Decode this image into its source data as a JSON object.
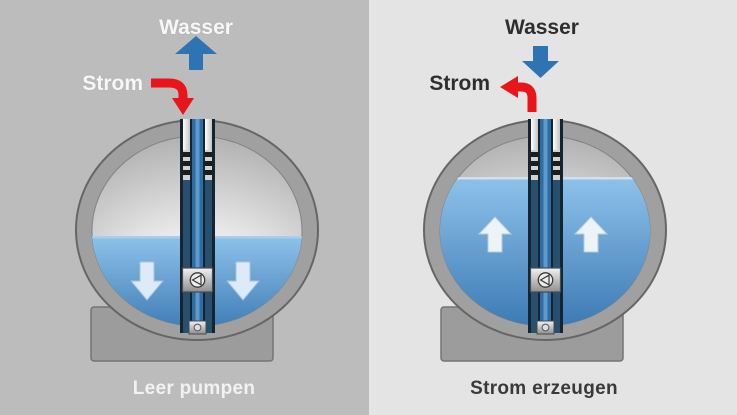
{
  "panels": [
    {
      "id": "pump-empty",
      "water_label": "Wasser",
      "electricity_label": "Strom",
      "caption": "Leer pumpen",
      "water_flow": "out (up)",
      "electricity_flow": "in (down)",
      "background": "#bcbcbc",
      "text_color": "#f7f7f7"
    },
    {
      "id": "generate-power",
      "water_label": "Wasser",
      "electricity_label": "Strom",
      "caption": "Strom erzeugen",
      "water_flow": "in (down)",
      "electricity_flow": "out (up-left)",
      "background": "#e4e4e4",
      "text_color": "#2e2e2e"
    }
  ],
  "colors": {
    "water_arrow_blue": "#2e74b2",
    "electricity_arrow_red": "#e8151a",
    "water_gradient_top": "#8ec2ea",
    "water_gradient_bottom": "#3171ad",
    "sphere_rim": "#a0a0a0",
    "pedestal": "#9c9c9c",
    "pipe_blue": "#2e6da4",
    "inner_water_arrow_pale": "#dcebf7"
  }
}
